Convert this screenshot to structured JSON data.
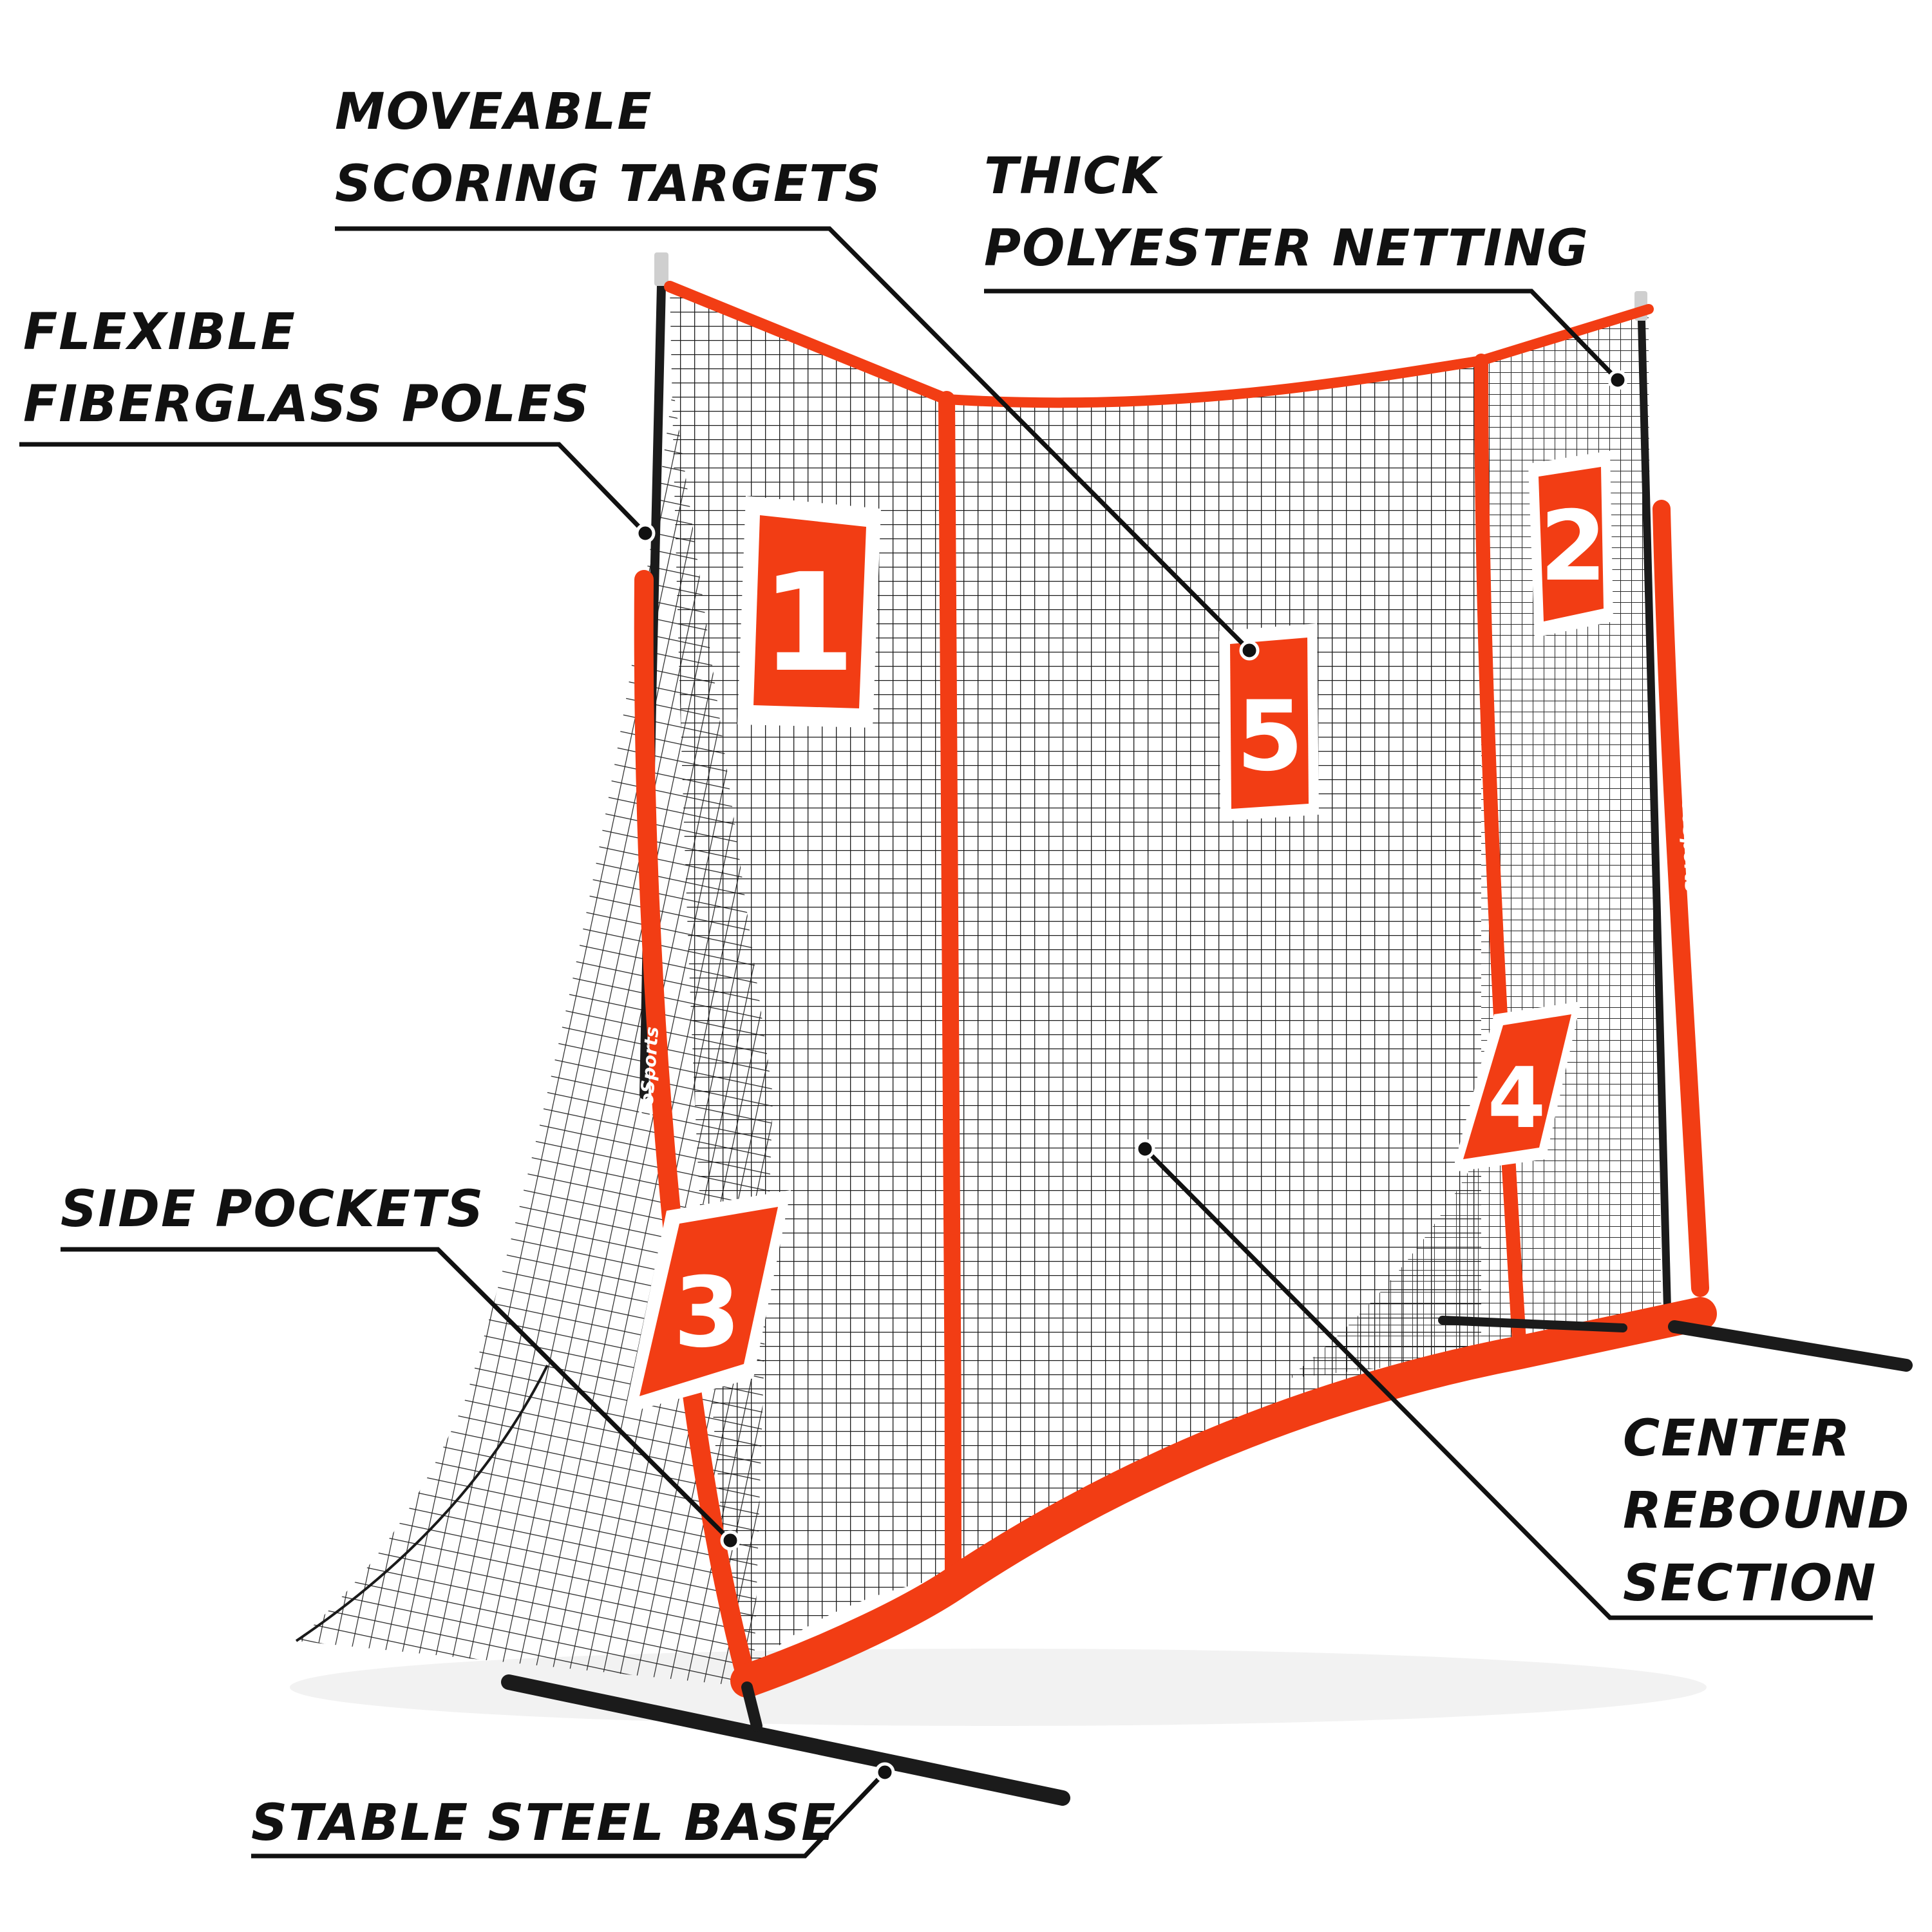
{
  "callouts": {
    "scoring_targets": [
      "MOVEABLE",
      "SCORING TARGETS"
    ],
    "netting": [
      "THICK",
      "POLYESTER NETTING"
    ],
    "poles": [
      "FLEXIBLE",
      "FIBERGLASS POLES"
    ],
    "side_pockets": [
      "SIDE POCKETS"
    ],
    "center_rebound": [
      "CENTER",
      "REBOUND",
      "SECTION"
    ],
    "base": [
      "STABLE STEEL BASE"
    ]
  },
  "targets": {
    "t1": "1",
    "t2": "2",
    "t3": "3",
    "t4": "4",
    "t5": "5"
  },
  "brand": {
    "frame_print": "GoSports"
  },
  "colors": {
    "frame": "#f23d14",
    "net": "#1a1a1a",
    "steel": "#1b1b1b",
    "label": "#111111",
    "background": "#ffffff"
  },
  "icons": {
    "callout_marker": "callout-dot-icon"
  }
}
